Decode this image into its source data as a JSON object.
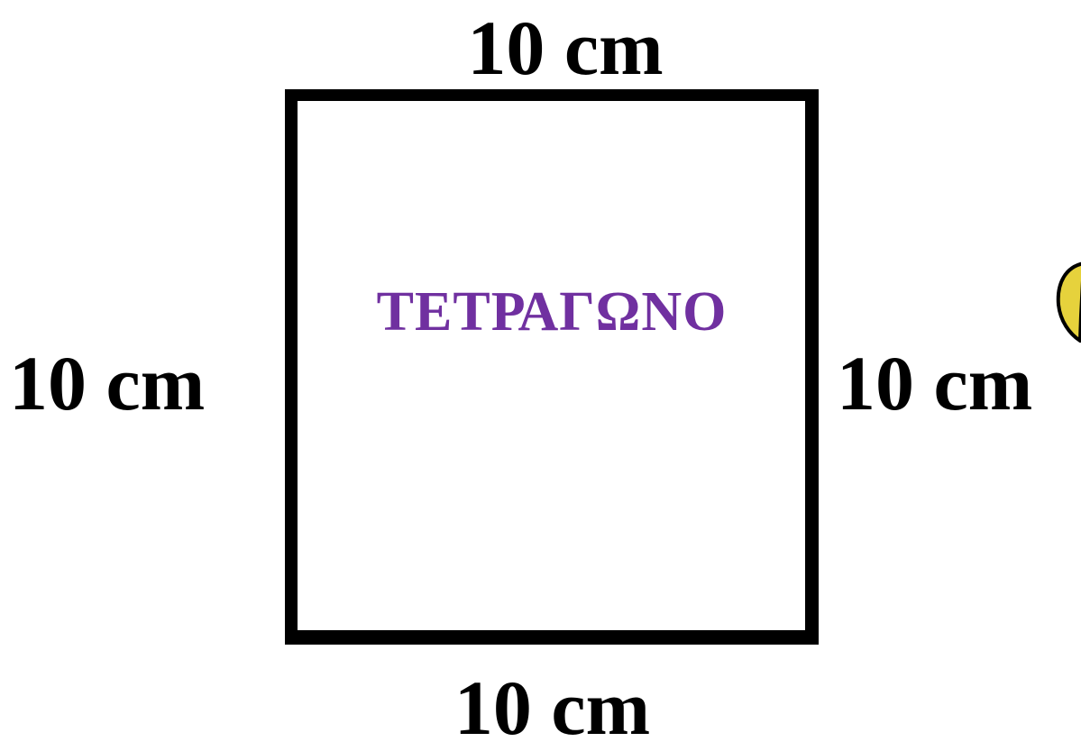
{
  "diagram": {
    "shape_label": "ΤΕΤΡΑΓΩΝΟ",
    "sides": {
      "top": "10 cm",
      "bottom": "10 cm",
      "left": "10 cm",
      "right": "10 cm"
    }
  },
  "colors": {
    "outline": "#000000",
    "shape_label": "#7030a0",
    "side_labels": "#000000",
    "decoration_fill": "#e6d23c"
  }
}
